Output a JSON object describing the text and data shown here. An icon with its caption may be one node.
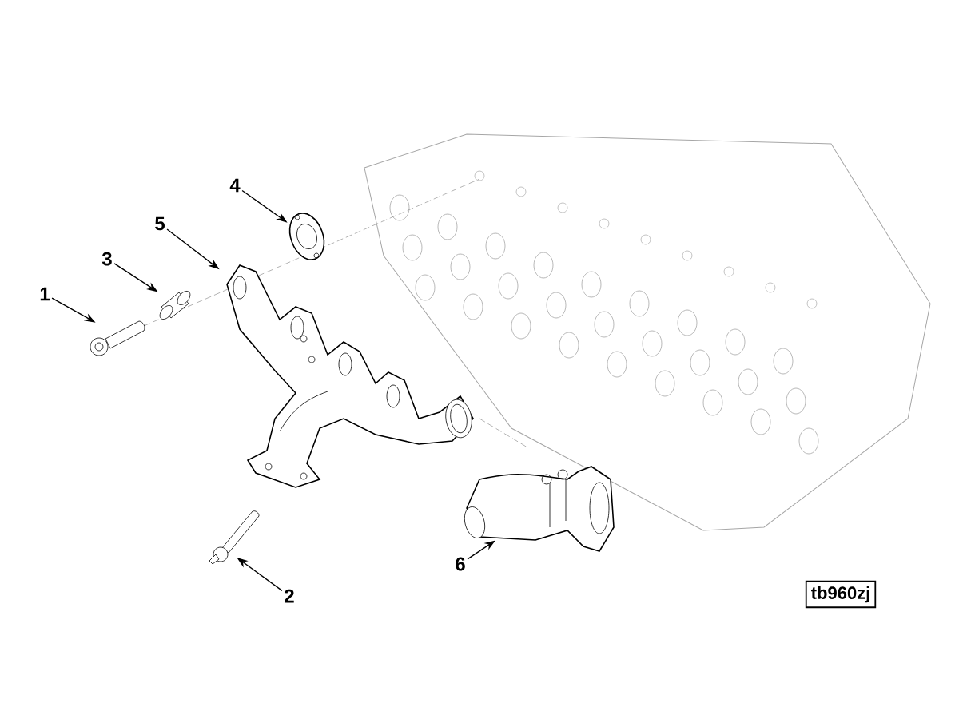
{
  "diagram": {
    "nodes": [
      {
        "text": [
          "1"
        ]
      },
      {
        "text": [
          "2"
        ]
      },
      {
        "text": [
          "3"
        ]
      },
      {
        "text": [
          "4"
        ]
      },
      {
        "text": [
          "5"
        ]
      },
      {
        "text": [
          "6"
        ]
      },
      {
        "text": [],
        "shape": "picture"
      },
      {
        "text": [],
        "shape": "picture"
      },
      {
        "text": [],
        "shape": "picture"
      },
      {
        "text": [],
        "shape": "picture"
      },
      {
        "text": [],
        "shape": "picture"
      },
      {
        "text": [],
        "shape": "picture"
      },
      {
        "text": [
          "tb960zj"
        ]
      }
    ],
    "edges": [
      {
        "from": 0,
        "to": 6,
        "arrow": "to"
      },
      {
        "from": 1,
        "to": 7,
        "arrow": "to"
      },
      {
        "from": 2,
        "to": 8,
        "arrow": "to"
      },
      {
        "from": 3,
        "to": 9,
        "arrow": "to"
      },
      {
        "from": 4,
        "to": 10,
        "arrow": "to"
      },
      {
        "from": 5,
        "to": 11,
        "arrow": "to"
      }
    ]
  }
}
